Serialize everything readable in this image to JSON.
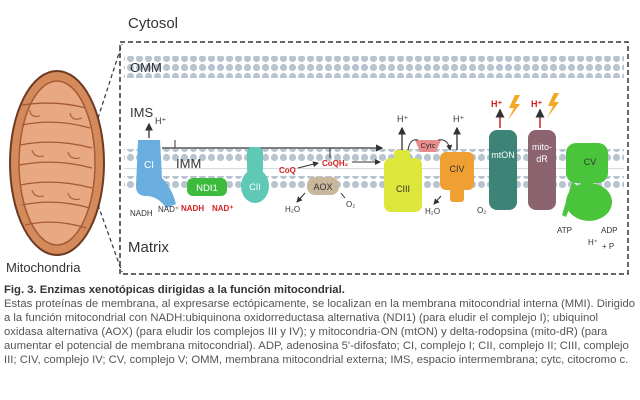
{
  "diagram": {
    "labels": {
      "cytosol": "Cytosol",
      "omm": "OMM",
      "ims": "IMS",
      "imm": "IMM",
      "matrix": "Matrix",
      "mitochondria": "Mitochondria"
    },
    "proteins": {
      "ci": "CI",
      "ndi1": "NDI1",
      "cii": "CII",
      "aox": "AOX",
      "ciii": "CIII",
      "civ": "CIV",
      "mton": "mtON",
      "mito_dr_line1": "mito-",
      "mito_dr_line2": "dR",
      "cv": "CV",
      "cytc": "Cytc"
    },
    "molecules": {
      "h_plus": "H⁺",
      "nadh": "NADH",
      "nad_plus": "NAD⁺",
      "coq": "CoQ",
      "coqh2": "CoQH₂",
      "h2o": "H₂O",
      "o2": "O₂",
      "atp": "ATP",
      "adp": "ADP",
      "h_plus_p_line1": "H⁺",
      "h_plus_p_line2": "+ P"
    },
    "colors": {
      "membrane_gray": "#b8c4cf",
      "ci_blue": "#6aaedf",
      "ndi1_green": "#3dbb3d",
      "cii_teal": "#5fc9b5",
      "aox_tan": "#c8b79a",
      "ciii_yellow": "#dde63a",
      "civ_orange": "#f0a033",
      "mton_teal": "#3d8377",
      "mito_dr_mauve": "#8c6470",
      "cv_green": "#4ac43b",
      "mito_orange": "#d58a5c",
      "highlight_red": "#d42020",
      "lightning": "#f5a623"
    }
  },
  "caption": {
    "fig_label": "Fig. 3.",
    "title": "Enzimas xenotópicas dirigidas a la función mitocondrial.",
    "body": "Estas proteínas de membrana, al expresarse ectópicamente, se localizan en la membrana mitocondrial interna (MMI). Dirigido a la función mitocondrial con NADH:ubiquinona oxidorreductasa alternativa (NDI1) (para eludir el complejo I); ubiquinol oxidasa alternativa (AOX) (para eludir los complejos III y IV); y mitocondria-ON (mtON) y delta-rodopsina (mito-dR) (para aumentar el potencial de membrana mitocondrial). ADP, adenosina 5'-difosfato; CI, complejo I; CII, complejo II; CIII, complejo III; CIV, complejo IV; CV, complejo V; OMM, membrana mitocondrial externa; IMS, espacio intermembrana; cytc, citocromo c."
  }
}
